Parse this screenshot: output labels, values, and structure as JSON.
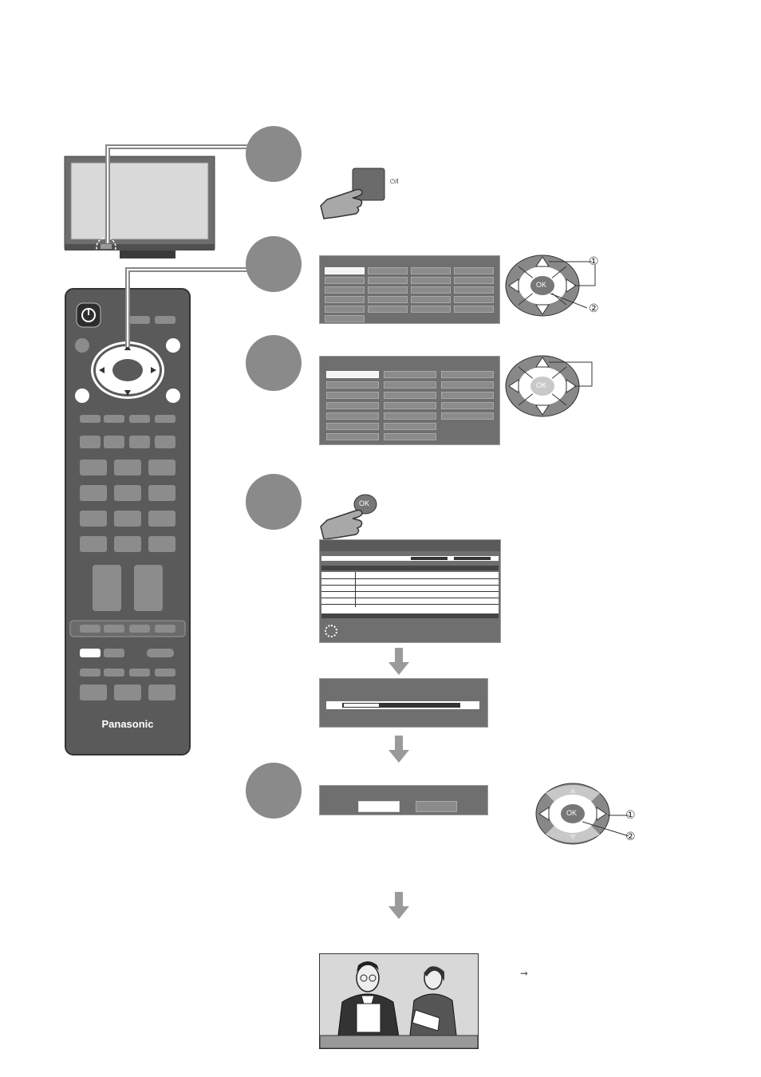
{
  "remote": {
    "brand": "Panasonic",
    "buttons_primary": [
      "power",
      "top-a",
      "top-b"
    ],
    "colors": {
      "body": "#5a5a5a",
      "button": "#8c8c8c",
      "accent": "#ffffff"
    }
  },
  "tv": {
    "power_symbol": "⏻"
  },
  "steps": [
    {
      "id": 1,
      "label": ""
    },
    {
      "id": 2,
      "label": ""
    },
    {
      "id": 3,
      "label": ""
    },
    {
      "id": 4,
      "label": ""
    },
    {
      "id": 5,
      "label": ""
    }
  ],
  "step1": {
    "power_button_label": "⏻/I"
  },
  "step2": {
    "dpad_callouts": [
      "①",
      "②"
    ],
    "ok_label": "OK"
  },
  "step3": {
    "ok_label": "OK"
  },
  "step4": {
    "ok_label": "OK",
    "search_icon": "dpad-icon"
  },
  "step5": {
    "dpad_callouts": [
      "①",
      "②"
    ],
    "ok_label": "OK"
  },
  "final": {
    "note_arrow": "➞"
  },
  "colors": {
    "circle": "#8a8a8a",
    "screen": "#6f6f6f",
    "arrow": "#9a9a9a",
    "dark": "#333333"
  }
}
